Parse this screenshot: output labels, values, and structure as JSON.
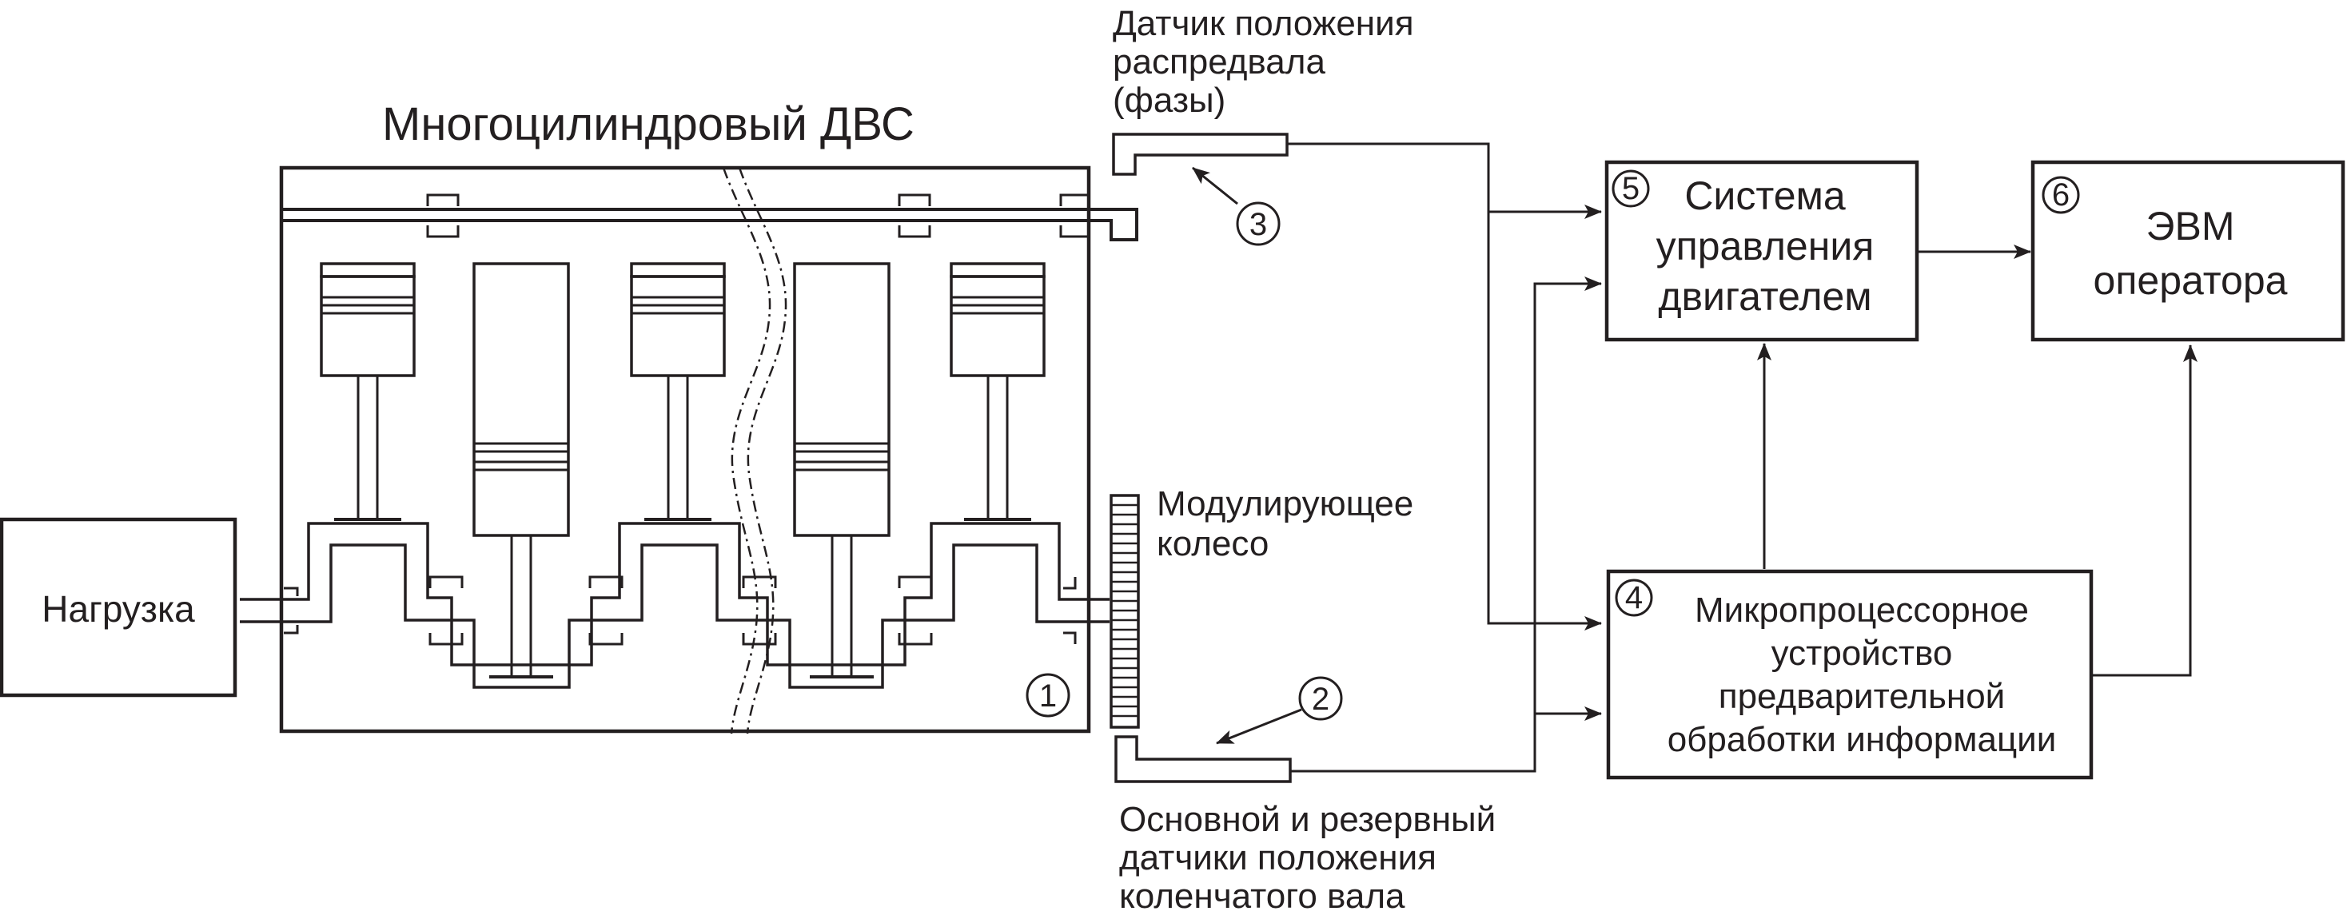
{
  "engine": {
    "title": "Многоцилиндровый ДВС",
    "marker": "1"
  },
  "load_box": {
    "label": "Нагрузка"
  },
  "modulating_wheel": {
    "label_lines": [
      "Модулирующее",
      "колесо"
    ]
  },
  "cam_sensor": {
    "label_lines": [
      "Датчик  положения",
      "распредвала",
      "(фазы)"
    ],
    "marker": "3"
  },
  "crank_sensor": {
    "label_lines": [
      "Основной и резервный",
      "датчики положения",
      "коленчатого вала"
    ],
    "marker": "2"
  },
  "ecu_box": {
    "marker": "5",
    "label_lines": [
      "Система",
      "управления",
      "двигателем"
    ]
  },
  "operator_pc_box": {
    "marker": "6",
    "label_lines": [
      "ЭВМ",
      "оператора"
    ]
  },
  "mpu_box": {
    "marker": "4",
    "label_lines": [
      "Микропроцессорное",
      "устройство",
      "предварительной",
      "обработки информации"
    ]
  },
  "colors": {
    "line": "#231f20",
    "background": "#ffffff"
  }
}
